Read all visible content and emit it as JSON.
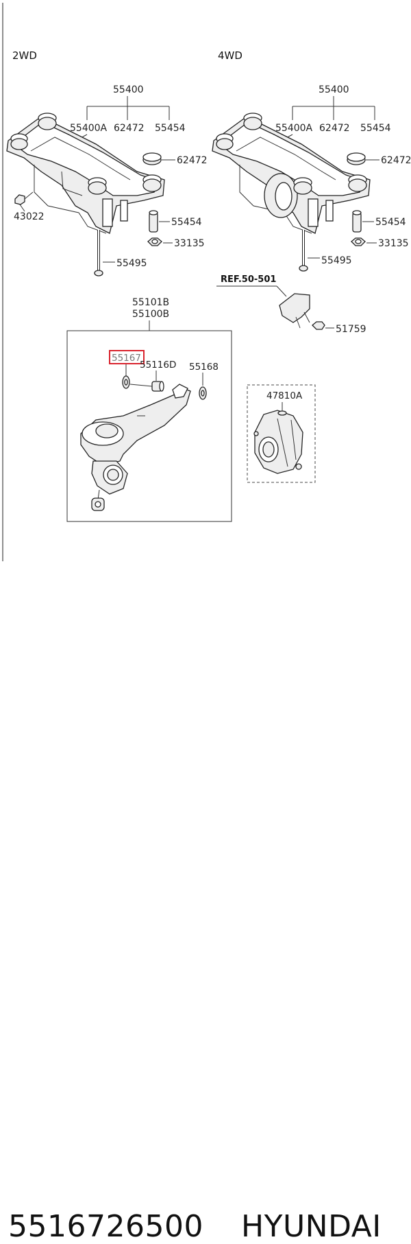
{
  "sections": {
    "left_title": "2WD",
    "right_title": "4WD"
  },
  "labels": {
    "l_55400": "55400",
    "l_55400A": "55400A",
    "l_62472_top": "62472",
    "l_55454_top": "55454",
    "l_62472_side": "62472",
    "l_43022": "43022",
    "l_55454_side": "55454",
    "l_33135": "33135",
    "l_55495": "55495",
    "r_55400": "55400",
    "r_55400A": "55400A",
    "r_62472_top": "62472",
    "r_55454_top": "55454",
    "r_62472_side": "62472",
    "r_55454_side": "55454",
    "r_33135": "33135",
    "r_55495": "55495",
    "ref": "REF.50-501",
    "r_51759": "51759",
    "a_55101B": "55101B",
    "a_55100B": "55100B",
    "a_55167": "55167",
    "a_55116D": "55116D",
    "a_55168": "55168",
    "a_47810A": "47810A"
  },
  "footer": {
    "part_number": "5516726500",
    "brand": "HYUNDAI"
  },
  "colors": {
    "highlight": "#d9232d",
    "line": "#222222"
  }
}
